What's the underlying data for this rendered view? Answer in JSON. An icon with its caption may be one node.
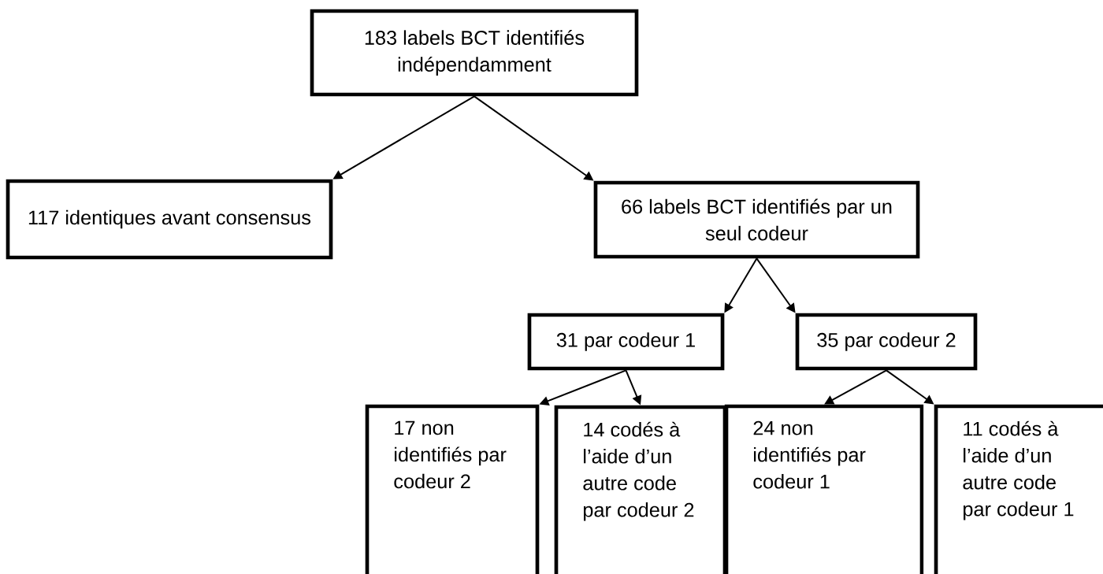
{
  "diagram": {
    "nodes": [
      {
        "text": [
          "183 labels BCT identifiés indépendamment"
        ]
      },
      {
        "text": [
          "117 identiques avant consensus"
        ]
      },
      {
        "text": [
          "66 labels BCT identifiés par un seul codeur"
        ]
      },
      {
        "text": [
          "31 par codeur 1"
        ]
      },
      {
        "text": [
          "35 par codeur 2"
        ]
      },
      {
        "text": [
          "17 non identifiés par codeur 2"
        ]
      },
      {
        "text": [
          "14 codés à l’aide d’un autre code par codeur 2"
        ]
      },
      {
        "text": [
          "24 non identifiés par codeur 1"
        ]
      },
      {
        "text": [
          "11 codés à l’aide d’un autre code par codeur 1"
        ]
      }
    ],
    "edges": [
      {
        "from": 0,
        "to": 1,
        "arrow": "to"
      },
      {
        "from": 0,
        "to": 2,
        "arrow": "to"
      },
      {
        "from": 2,
        "to": 3,
        "arrow": "to"
      },
      {
        "from": 2,
        "to": 4,
        "arrow": "to"
      },
      {
        "from": 3,
        "to": 5,
        "arrow": "to"
      },
      {
        "from": 3,
        "to": 6,
        "arrow": "to"
      },
      {
        "from": 4,
        "to": 7,
        "arrow": "to"
      },
      {
        "from": 4,
        "to": 8,
        "arrow": "to"
      }
    ]
  }
}
